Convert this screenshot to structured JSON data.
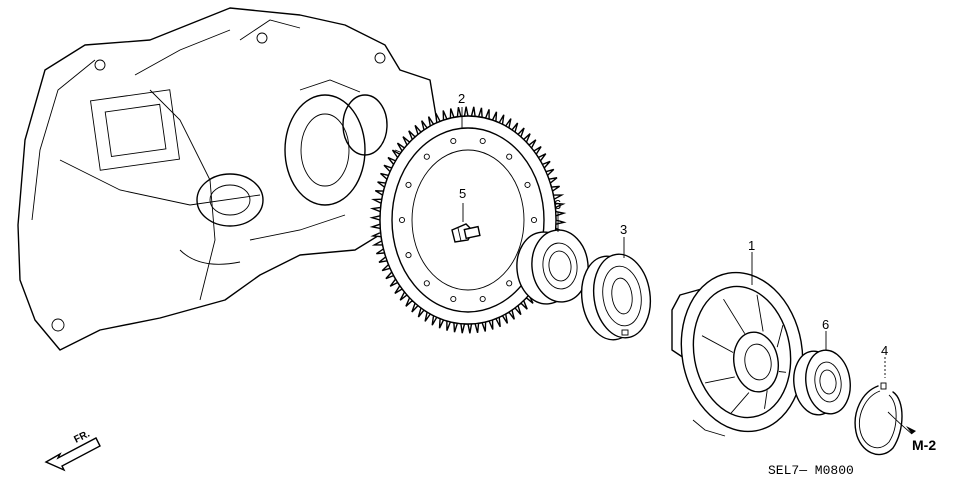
{
  "callouts": {
    "part_1": "1",
    "part_2": "2",
    "part_3": "3",
    "part_4": "4",
    "part_5": "5",
    "part_6_left": "6",
    "part_6_right": "6"
  },
  "references": {
    "arrow_ref": "M-2",
    "front_label": "FR.",
    "diagram_code": "SEL7— M0800"
  }
}
